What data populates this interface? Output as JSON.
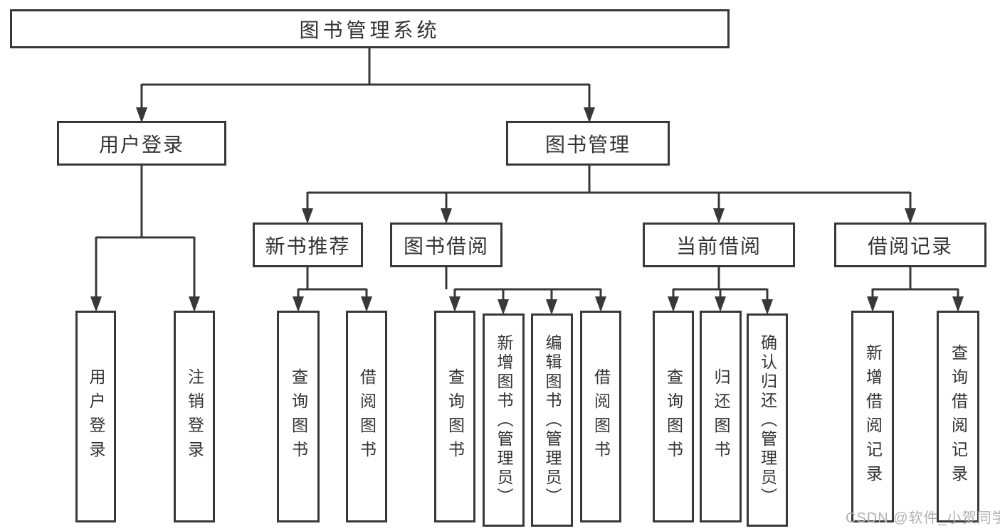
{
  "diagram": {
    "title": "图书管理系统",
    "user_login": {
      "label": "用户登录",
      "children": [
        "用户登录",
        "注销登录"
      ]
    },
    "book_management": {
      "label": "图书管理",
      "sections": {
        "new_book": {
          "label": "新书推荐",
          "children": [
            "查询图书",
            "借阅图书"
          ]
        },
        "book_borrow": {
          "label": "图书借阅",
          "children": [
            "查询图书",
            "新增图书（管理员）",
            "编辑图书（管理员）",
            "借阅图书"
          ]
        },
        "current_borrow": {
          "label": "当前借阅",
          "children": [
            "查询图书",
            "归还图书",
            "确认归还（管理员）"
          ]
        },
        "borrow_record": {
          "label": "借阅记录",
          "children": [
            "新增借阅记录",
            "查询借阅记录"
          ]
        }
      }
    }
  },
  "watermark": {
    "text": "CSDN @软件_小贺同学"
  },
  "colors": {
    "line": "#383838",
    "text": "#333333",
    "watermark": "#b0b0b0",
    "background": "#ffffff"
  }
}
